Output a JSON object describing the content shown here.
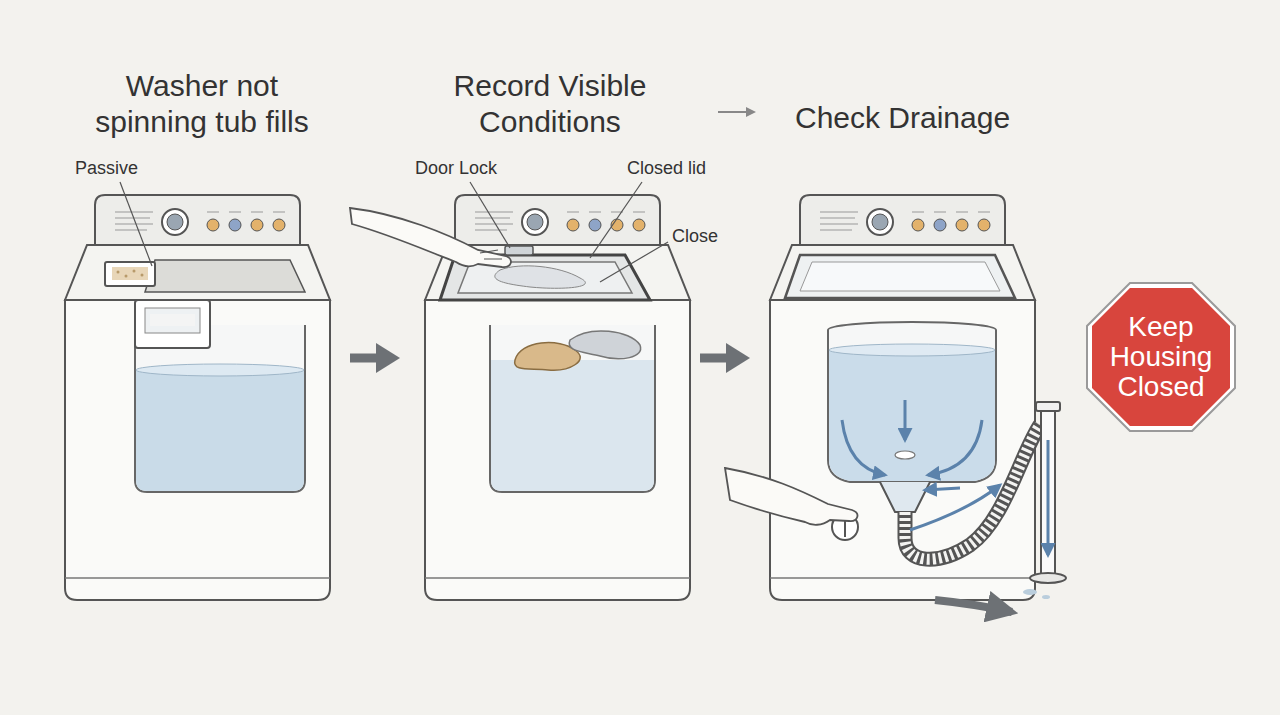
{
  "diagram": {
    "nodes": [
      {
        "text": [
          "Washer not spinning tub fills"
        ]
      },
      {
        "text": [
          "Record Visible Conditions"
        ]
      },
      {
        "text": [
          "Check Drainage"
        ]
      },
      {
        "text": [
          "Keep Housing Closed"
        ]
      }
    ],
    "edges": [
      {
        "from": 0,
        "to": 1,
        "arrow": "to"
      },
      {
        "from": 1,
        "to": 2,
        "arrow": "to"
      }
    ],
    "labels": [
      "Passive",
      "Door Lock",
      "Closed lid",
      "Close"
    ]
  }
}
